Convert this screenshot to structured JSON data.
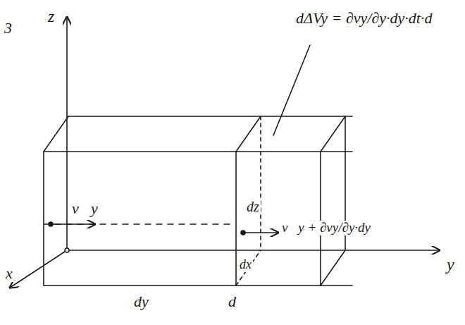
{
  "diagram": {
    "labels": [
      "3",
      "z",
      "dΔVy = ∂vy/∂y·dy·dt·d",
      "v⃗y",
      "dz",
      "v⃗y + ∂vy/∂y·dy",
      "dx",
      "x",
      "dy",
      "d",
      "y"
    ]
  }
}
